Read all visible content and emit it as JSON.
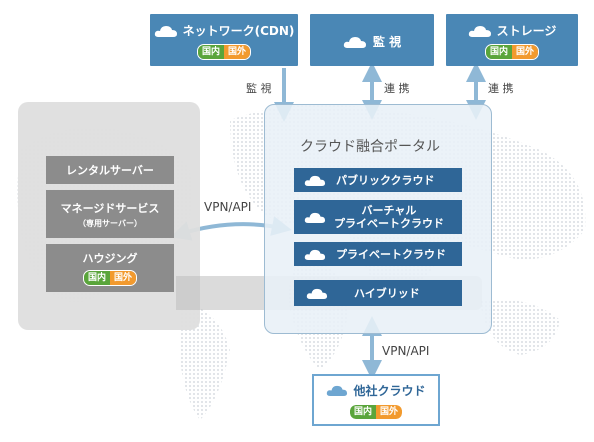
{
  "top": {
    "network": {
      "label": "ネットワーク(CDN)"
    },
    "monitor": {
      "label": "監 視"
    },
    "storage": {
      "label": "ストレージ"
    }
  },
  "badges": {
    "domestic": "国内",
    "overseas": "国外"
  },
  "connectors": {
    "monitor_left": "監 視",
    "link_center": "連 携",
    "link_right": "連 携",
    "vpn_left": "VPN/API",
    "vpn_bottom": "VPN/API"
  },
  "legacy": {
    "rental": "レンタルサーバー",
    "managed_line1": "マネージドサービス",
    "managed_line2": "（専用サーバー）",
    "housing": "ハウジング"
  },
  "portal": {
    "title": "クラウド融合ポータル",
    "public": "パブリッククラウド",
    "virtual_line1": "バーチャル",
    "virtual_line2": "プライベートクラウド",
    "private": "プライベートクラウド",
    "hybrid": "ハイブリッド"
  },
  "other": {
    "label": "他社クラウド"
  },
  "colors": {
    "top_blue": "#4a87b5",
    "portal_blue": "#2f6697",
    "gray_item": "#8c8c8c",
    "domestic_green": "#5aa53b",
    "overseas_orange": "#f29a2e",
    "arrow": "#8fb8d6"
  },
  "icons": {
    "cloud": "cloud-icon",
    "arrow": "double-arrow"
  }
}
